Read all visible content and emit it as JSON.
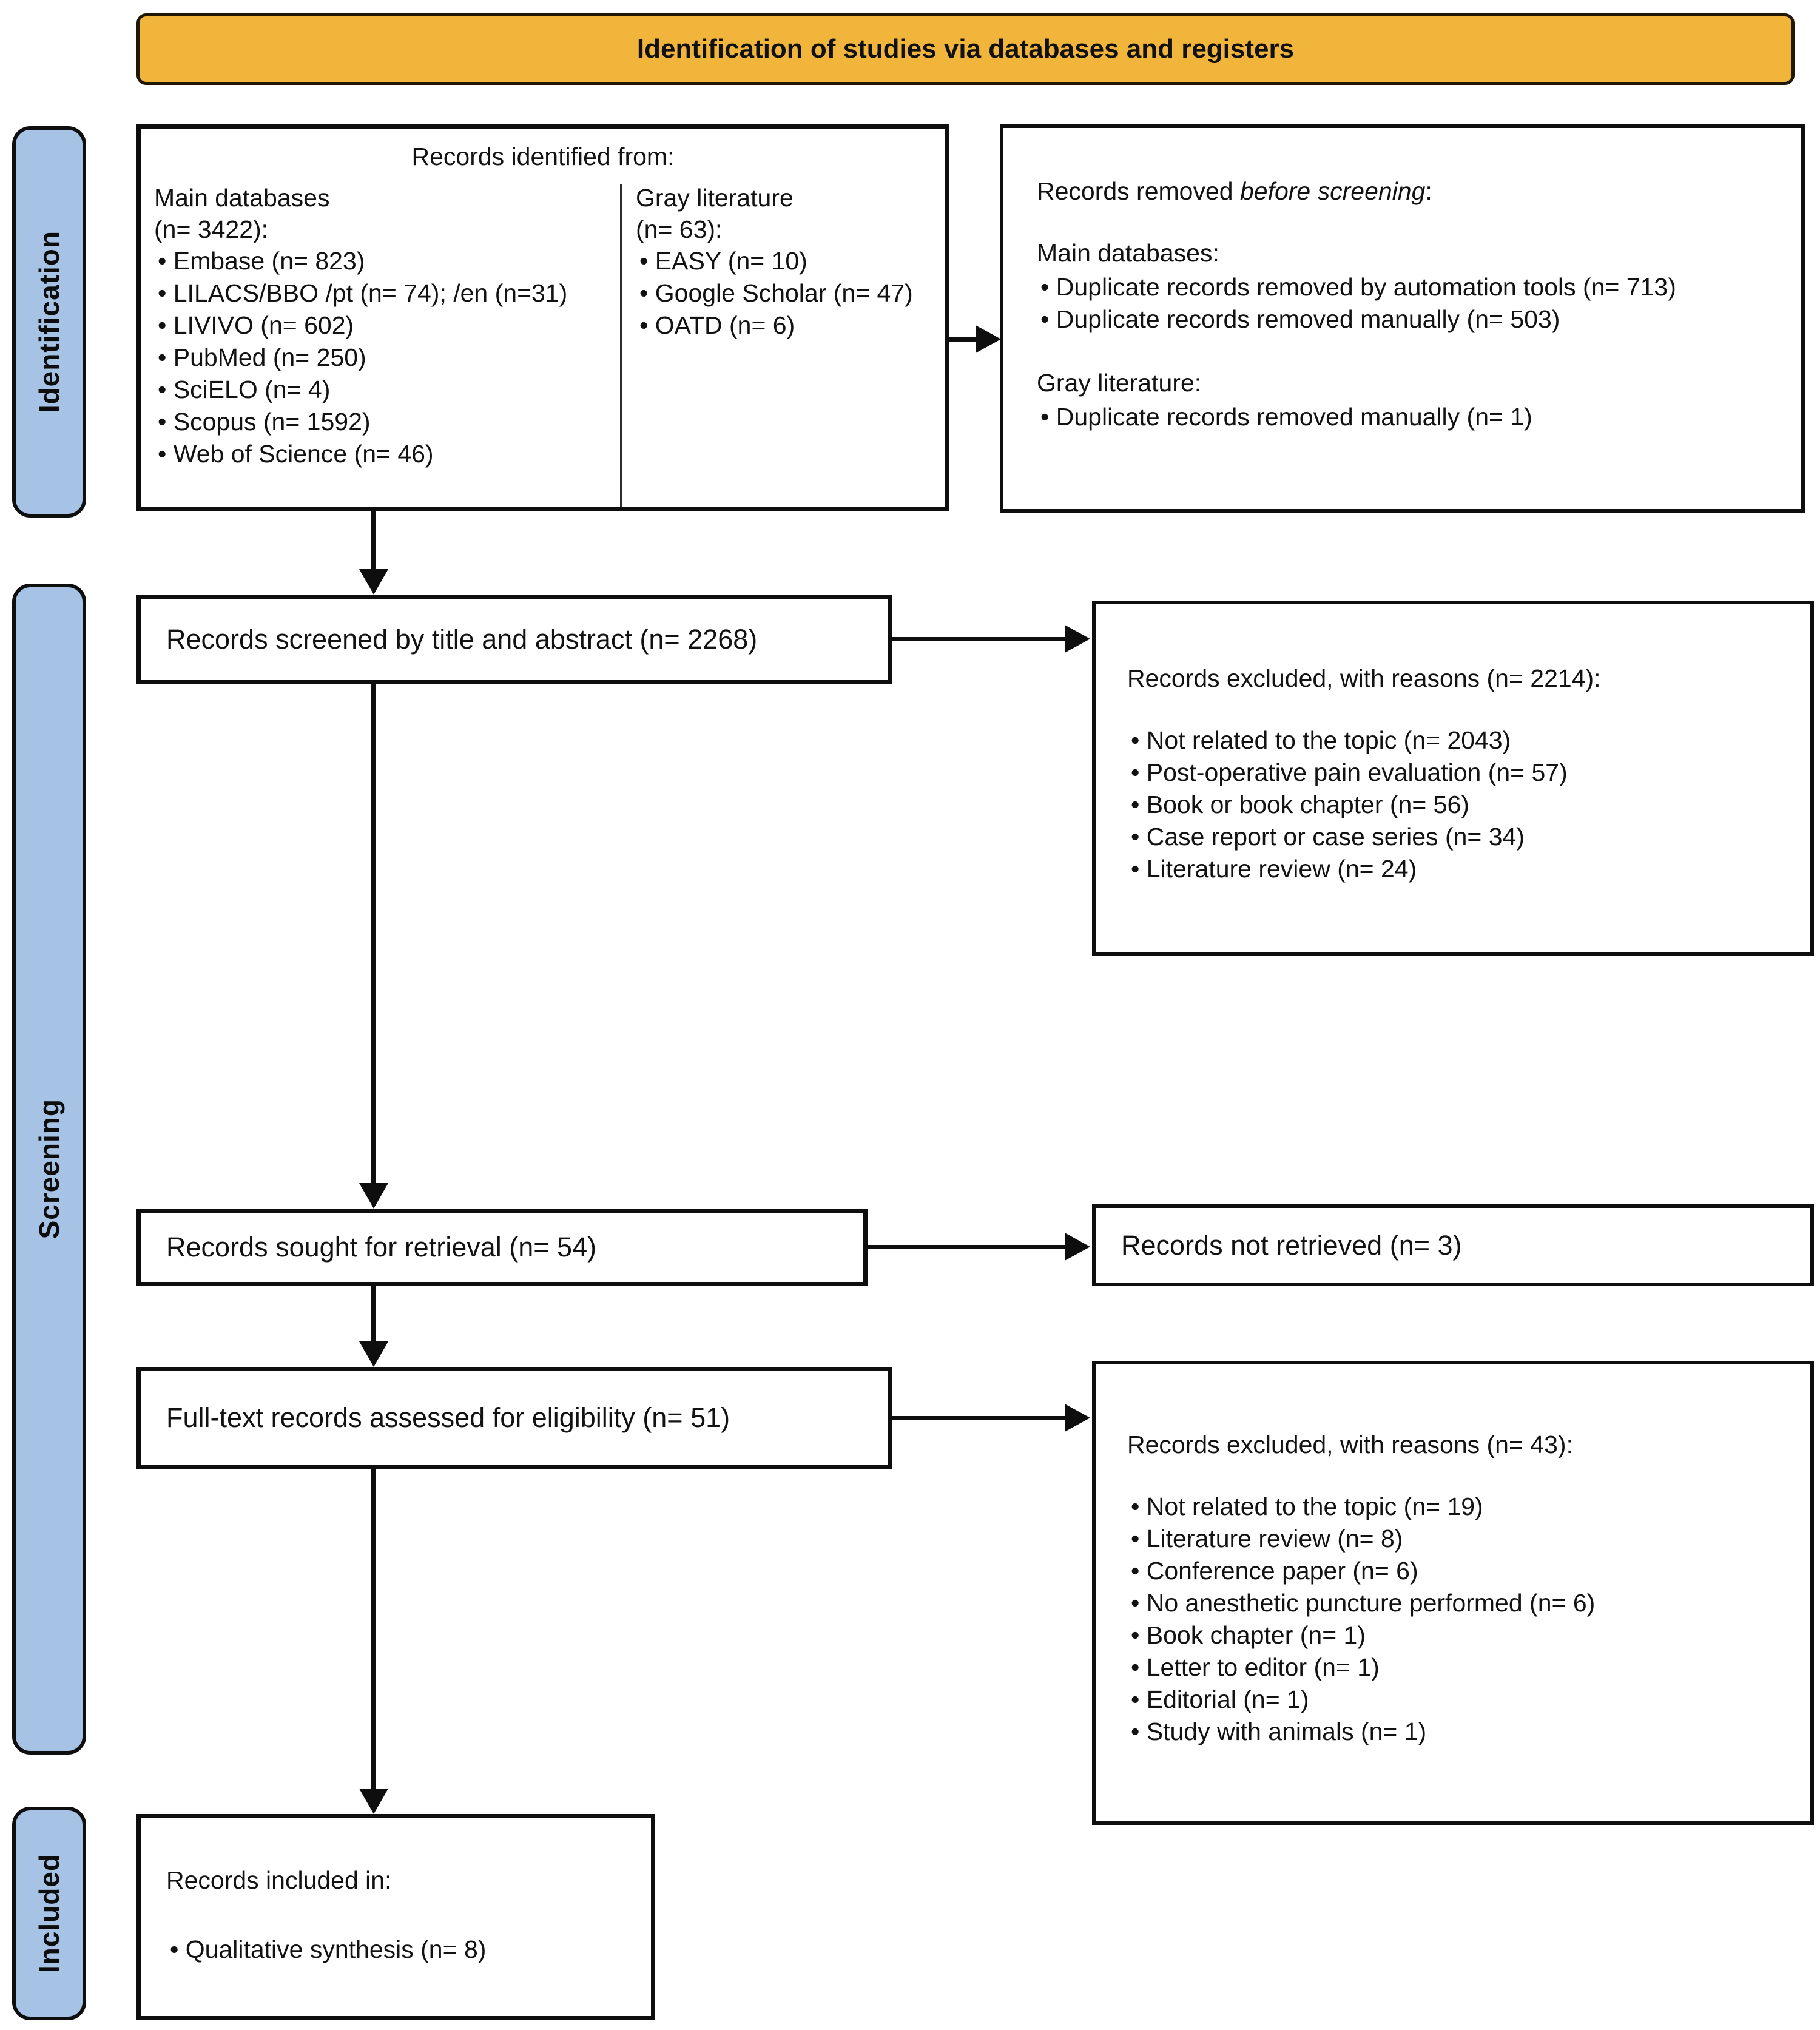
{
  "banner": {
    "title": "Identification of studies via databases and registers"
  },
  "sidebar": {
    "identification": "Identification",
    "screening": "Screening",
    "included": "Included"
  },
  "boxes": {
    "identified": {
      "title": "Records identified from:",
      "main": {
        "heading_line1": "Main databases",
        "heading_line2": "(n= 3422):",
        "items": [
          "Embase (n= 823)",
          "LILACS/BBO /pt (n= 74); /en (n=31)",
          "LIVIVO (n= 602)",
          "PubMed (n= 250)",
          "SciELO (n= 4)",
          "Scopus (n= 1592)",
          "Web of Science (n= 46)"
        ]
      },
      "gray": {
        "heading_line1": "Gray literature",
        "heading_line2": "(n= 63):",
        "items": [
          "EASY (n= 10)",
          "Google Scholar (n= 47)",
          "OATD (n= 6)"
        ]
      }
    },
    "removed": {
      "title_prefix": "Records removed ",
      "title_italic": "before screening",
      "title_suffix": ":",
      "main_heading": "Main databases:",
      "main_items": [
        "Duplicate records removed by automation tools (n= 713)",
        "Duplicate records removed manually (n= 503)"
      ],
      "gray_heading": "Gray literature:",
      "gray_items": [
        "Duplicate records removed manually (n= 1)"
      ]
    },
    "screened": {
      "label": "Records screened by title and abstract (n= 2268)"
    },
    "excluded_screening": {
      "title": "Records excluded, with reasons (n= 2214):",
      "items": [
        "Not related to the topic (n= 2043)",
        "Post-operative pain evaluation (n= 57)",
        "Book or book chapter (n= 56)",
        "Case report or case series (n= 34)",
        "Literature review (n= 24)"
      ]
    },
    "sought": {
      "label": "Records sought for retrieval (n= 54)"
    },
    "not_retrieved": {
      "label": "Records not retrieved (n= 3)"
    },
    "fulltext": {
      "label": "Full-text records assessed for eligibility (n= 51)"
    },
    "excluded_eligibility": {
      "title": "Records excluded, with reasons (n= 43):",
      "items": [
        "Not related to the topic (n= 19)",
        "Literature review (n= 8)",
        "Conference paper (n= 6)",
        "No anesthetic puncture performed (n= 6)",
        "Book chapter (n= 1)",
        "Letter to editor (n= 1)",
        "Editorial (n= 1)",
        "Study with animals (n= 1)"
      ]
    },
    "included": {
      "title": "Records included in:",
      "items": [
        "Qualitative synthesis (n= 8)"
      ]
    }
  },
  "bullet_char": "•",
  "theme": {
    "banner_bg": "#F2B53C",
    "phase_bg": "#A6C3E5",
    "line_color": "#0e0e0e",
    "text_color": "#121212",
    "box_bg": "#FFFFFF"
  }
}
